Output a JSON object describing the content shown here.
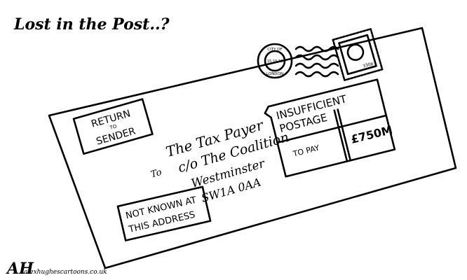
{
  "title": "Lost in the Post..?",
  "stamp_postmark": {
    "top": "CITY OF",
    "date": "15·10·10",
    "bottom": "LONDON"
  },
  "stamp_value": "330p",
  "return_label": {
    "line1": "RETURN",
    "line2": "TO",
    "line3": "SENDER"
  },
  "to_label": "To",
  "address": [
    "The Tax Payer",
    "c/o The Coalition",
    "Westminster",
    "SW1A 0AA"
  ],
  "not_known_label": {
    "line1": "NOT KNOWN AT",
    "line2": "THIS ADDRESS"
  },
  "postage_label": {
    "line1": "INSUFFICIENT",
    "line2": "POSTAGE",
    "to_pay": "TO PAY",
    "amount": "£750M"
  },
  "signature": {
    "initials": "AH",
    "website": "alexhughescartoons.co.uk"
  }
}
